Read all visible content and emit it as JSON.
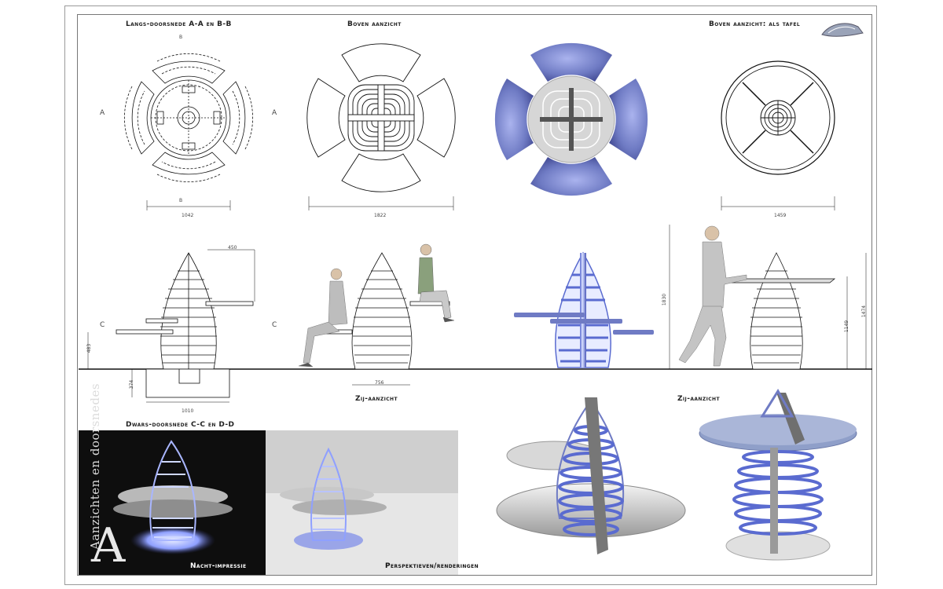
{
  "titles": {
    "langs": "Langs-doorsnede A-A en B-B",
    "boven": "Boven aanzicht",
    "boven_tafel": "Boven aanzicht: als tafel",
    "zij_left": "Zij-aanzicht",
    "zij_right": "Zij-aanzicht",
    "dwars": "Dwars-doorsnede C-C en D-D"
  },
  "section_marks": {
    "a_left": "A",
    "a_right": "A",
    "b_top": "B",
    "b_bottom": "B",
    "c_left": "C",
    "c_right": "C"
  },
  "dimensions": {
    "d1042": "1042",
    "d1822": "1822",
    "d1459": "1459",
    "d450": "450",
    "d483": "483",
    "d374": "374",
    "d1010": "1010",
    "d756": "756",
    "d1830": "1830",
    "d1149": "1149",
    "d1474": "1474"
  },
  "panels": {
    "vertical_title": "Aanzichten en doorsnedes",
    "sheet_letter": "A",
    "night_caption": "Nacht-impressie",
    "render_caption": "Perspektieven/renderingen"
  },
  "colors": {
    "render_blue": "#6f7bc4",
    "glow_blue": "#8fa0ff",
    "line": "#111111"
  }
}
